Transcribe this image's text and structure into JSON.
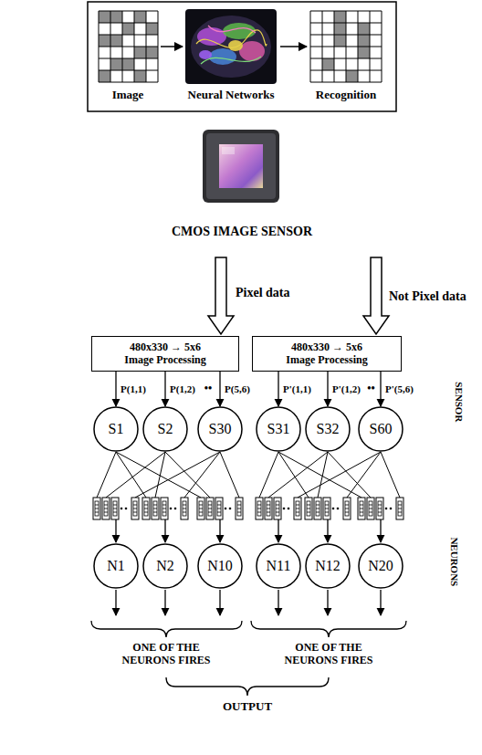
{
  "diagram": {
    "nodes": [
      {
        "text": [
          "480x330 → 5x6 Image Processing"
        ]
      },
      {
        "text": [
          "480x330 → 5x6 Image Processing"
        ]
      },
      {
        "text": [
          "S1"
        ]
      },
      {
        "text": [
          "S2"
        ]
      },
      {
        "text": [
          "S30"
        ]
      },
      {
        "text": [
          "S31"
        ]
      },
      {
        "text": [
          "S32"
        ]
      },
      {
        "text": [
          "S60"
        ]
      },
      {
        "text": [
          "N1"
        ]
      },
      {
        "text": [
          "N2"
        ]
      },
      {
        "text": [
          "N10"
        ]
      },
      {
        "text": [
          "N11"
        ]
      },
      {
        "text": [
          "N12"
        ]
      },
      {
        "text": [
          "N20"
        ]
      }
    ],
    "edges": [
      {
        "from": 0,
        "to": 2,
        "arrow": "to",
        "label": "P(1,1)"
      },
      {
        "from": 0,
        "to": 3,
        "arrow": "to",
        "label": "P(1,2)"
      },
      {
        "from": 0,
        "to": 4,
        "arrow": "to",
        "label": "P(5,6)"
      },
      {
        "from": 1,
        "to": 5,
        "arrow": "to",
        "label": "P'(1,1)"
      },
      {
        "from": 1,
        "to": 6,
        "arrow": "to",
        "label": "P'(1,2)"
      },
      {
        "from": 1,
        "to": 7,
        "arrow": "to",
        "label": "P'(5,6)"
      }
    ],
    "labels": [
      "Image",
      "Neural Networks",
      "Recognition",
      "CMOS IMAGE SENSOR",
      "Pixel data",
      "Not Pixel data",
      "••",
      "••",
      "SENSOR",
      "NEURONS",
      "ONE OF THE NEURONS FIRES",
      "ONE OF THE NEURONS FIRES",
      "OUTPUT"
    ]
  }
}
